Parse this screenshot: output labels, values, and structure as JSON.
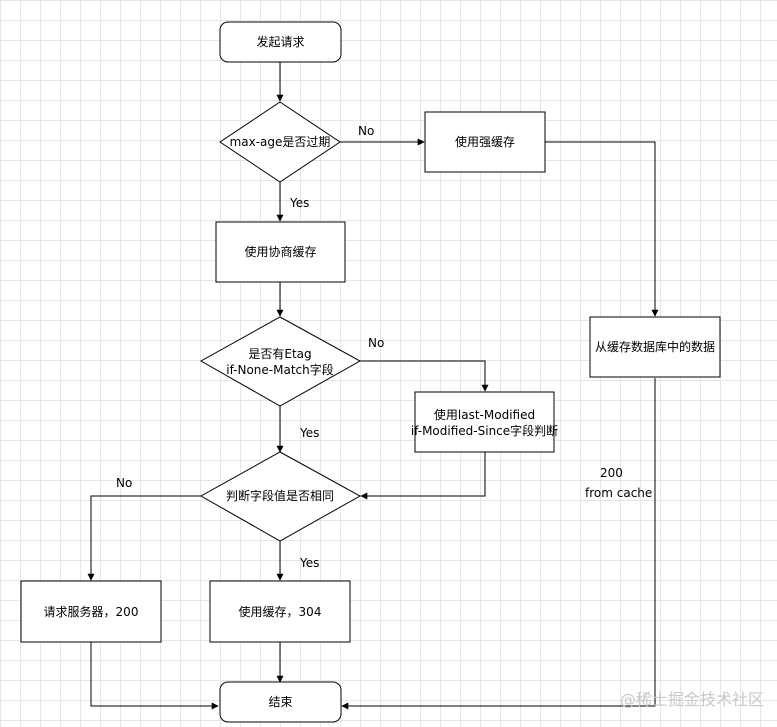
{
  "diagram": {
    "nodes": {
      "start": {
        "label": "发起请求"
      },
      "max_age_check": {
        "label": "max-age是否过期"
      },
      "strong_cache": {
        "label": "使用强缓存"
      },
      "negotiated_cache": {
        "label": "使用协商缓存"
      },
      "db_fetch": {
        "label": "从缓存数据库中的数据"
      },
      "etag_check": {
        "line1": "是否有Etag",
        "line2": "if-None-Match字段"
      },
      "last_modified": {
        "line1": "使用last-Modified",
        "line2": "if-Modified-Since字段判断"
      },
      "compare_check": {
        "label": "判断字段值是否相同"
      },
      "request_server": {
        "label": "请求服务器，200"
      },
      "use_cache_304": {
        "label": "使用缓存，304"
      },
      "end": {
        "label": "结束"
      }
    },
    "edge_labels": {
      "max_age_no": "No",
      "max_age_yes": "Yes",
      "etag_no": "No",
      "etag_yes": "Yes",
      "compare_no": "No",
      "compare_yes": "Yes",
      "from_cache_code": "200",
      "from_cache_text": "from cache"
    }
  },
  "watermark": "@稀土掘金技术社区",
  "colors": {
    "stroke": "#000000",
    "node_fill": "#ffffff",
    "grid": "#e6e6e6"
  }
}
